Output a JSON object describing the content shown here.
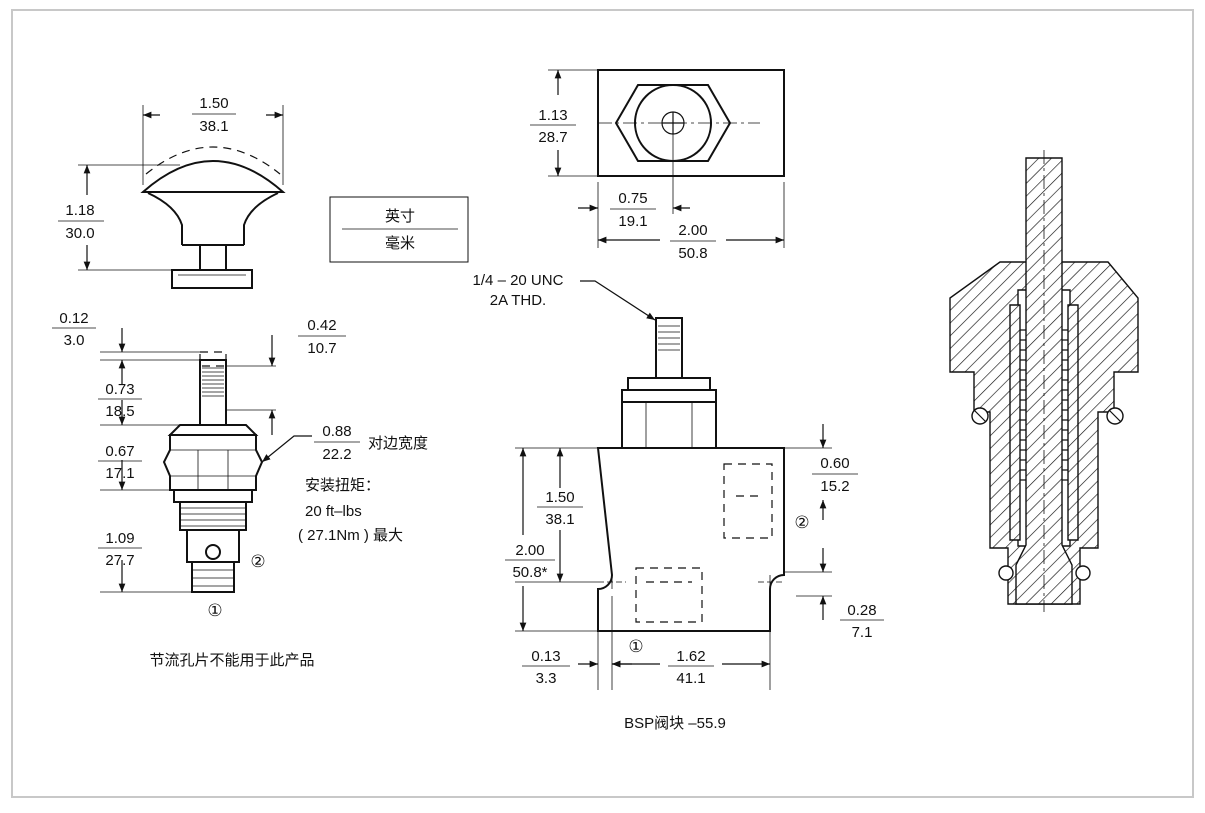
{
  "units_legend": {
    "top": "英寸",
    "bottom": "毫米"
  },
  "knob": {
    "width_in": "1.50",
    "width_mm": "38.1",
    "height_in": "1.18",
    "height_mm": "30.0"
  },
  "cartridge": {
    "d1_in": "0.12",
    "d1_mm": "3.0",
    "d2_in": "0.42",
    "d2_mm": "10.7",
    "d3_in": "0.73",
    "d3_mm": "18.5",
    "d4_in": "0.67",
    "d4_mm": "17.1",
    "d5_in": "1.09",
    "d5_mm": "27.7",
    "hex_in": "0.88",
    "hex_mm": "22.2",
    "hex_label": "对边宽度",
    "torque_title": "安装扭矩：",
    "torque_line1": "20 ft–lbs",
    "torque_line2": "( 27.1Nm ) 最大",
    "port1": "①",
    "port2": "②",
    "note": "节流孔片不能用于此产品"
  },
  "block_top": {
    "h_in": "1.13",
    "h_mm": "28.7",
    "off_in": "0.75",
    "off_mm": "19.1",
    "w_in": "2.00",
    "w_mm": "50.8"
  },
  "block_front": {
    "thread_line1": "1/4 – 20 UNC",
    "thread_line2": "2A THD.",
    "p2_in": "0.60",
    "p2_mm": "15.2",
    "mid_in": "1.50",
    "mid_mm": "38.1",
    "tot_in": "2.00",
    "tot_mm": "50.8*",
    "hole_in": "0.28",
    "hole_mm": "7.1",
    "edge_in": "0.13",
    "edge_mm": "3.3",
    "span_in": "1.62",
    "span_mm": "41.1",
    "port1": "①",
    "port2": "②",
    "caption": "BSP阀块 –55.9"
  }
}
